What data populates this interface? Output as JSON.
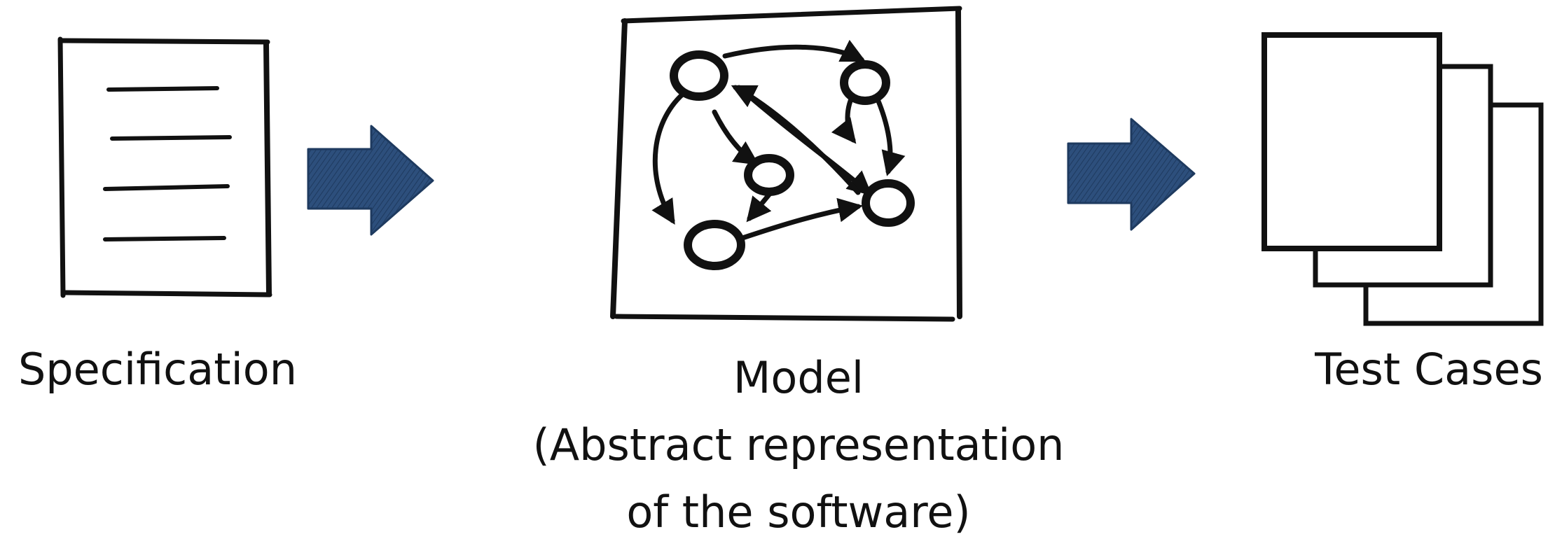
{
  "stages": [
    {
      "id": "specification",
      "label": "Specification",
      "icon": "document-icon"
    },
    {
      "id": "model",
      "label": "Model",
      "sublabel_line1": "(Abstract representation",
      "sublabel_line2": "of the software)",
      "icon": "graph-model-icon"
    },
    {
      "id": "test_cases",
      "label": "Test Cases",
      "icon": "stacked-pages-icon"
    }
  ],
  "colors": {
    "arrow": "#2d4f7c",
    "ink": "#111111",
    "background": "#ffffff"
  }
}
